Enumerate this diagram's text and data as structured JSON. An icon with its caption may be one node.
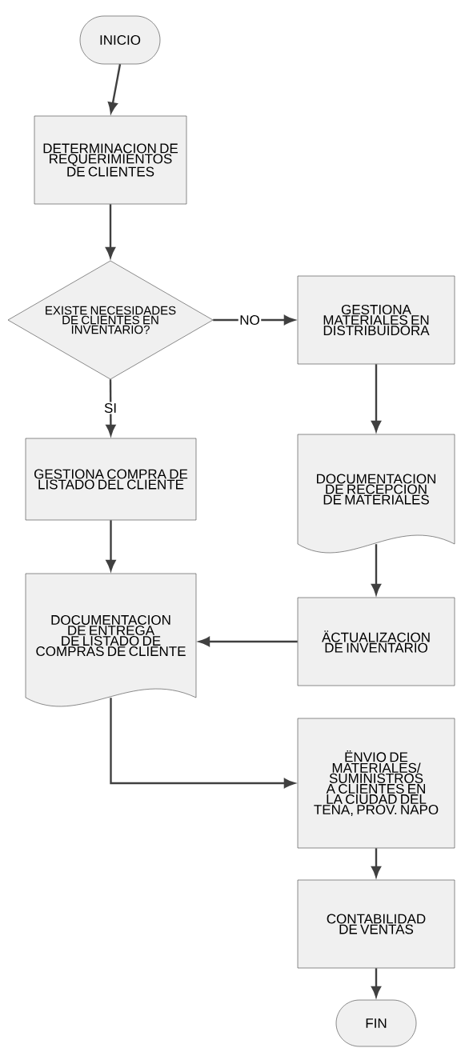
{
  "diagram": {
    "nodes": [
      {
        "text": [
          "INICIO"
        ]
      },
      {
        "text": [
          "DETERMINACION DE REQUERIMIENTOS DE CLIENTES"
        ]
      },
      {
        "text": [
          "EXISTE NECESIDADES DE CLIENTES EN INVENTARIO?"
        ]
      },
      {
        "text": [
          "GESTIONA MATERIALES EN DISTRIBUIDORA"
        ]
      },
      {
        "text": [
          "GESTIONA COMPRA DE LISTADO DEL CLIENTE"
        ]
      },
      {
        "text": [
          "DOCUMENTACION DE RECEPCION DE MATERIALES"
        ]
      },
      {
        "text": [
          "DOCUMENTACION DE ENTREGA DE LISTADO DE COMPRAS DE CLIENTE"
        ]
      },
      {
        "text": [
          "ÄCTUALIZACION DE INVENTARIO"
        ]
      },
      {
        "text": [
          "ËNVIO  DE MATERIALES/ SUMINISTROS A CLIENTES EN LA CIUDAD DEL TENA, PROV. NAPO"
        ]
      },
      {
        "text": [
          "CONTABILIDAD DE VENTAS"
        ]
      },
      {
        "text": [
          "FIN"
        ]
      }
    ],
    "edges": [
      {
        "from": 0,
        "to": 1,
        "arrow": "to"
      },
      {
        "from": 1,
        "to": 2,
        "arrow": "to"
      },
      {
        "from": 2,
        "to": 3,
        "arrow": "to",
        "label": "NO"
      },
      {
        "from": 2,
        "to": 4,
        "arrow": "to",
        "label": "SI"
      },
      {
        "from": 3,
        "to": 5,
        "arrow": "to"
      },
      {
        "from": 4,
        "to": 6,
        "arrow": "to"
      },
      {
        "from": 5,
        "to": 7,
        "arrow": "to"
      },
      {
        "from": 7,
        "to": 6,
        "arrow": "to"
      },
      {
        "from": 6,
        "to": 8,
        "arrow": "to"
      },
      {
        "from": 8,
        "to": 9,
        "arrow": "to"
      },
      {
        "from": 9,
        "to": 10,
        "arrow": "to"
      }
    ]
  }
}
